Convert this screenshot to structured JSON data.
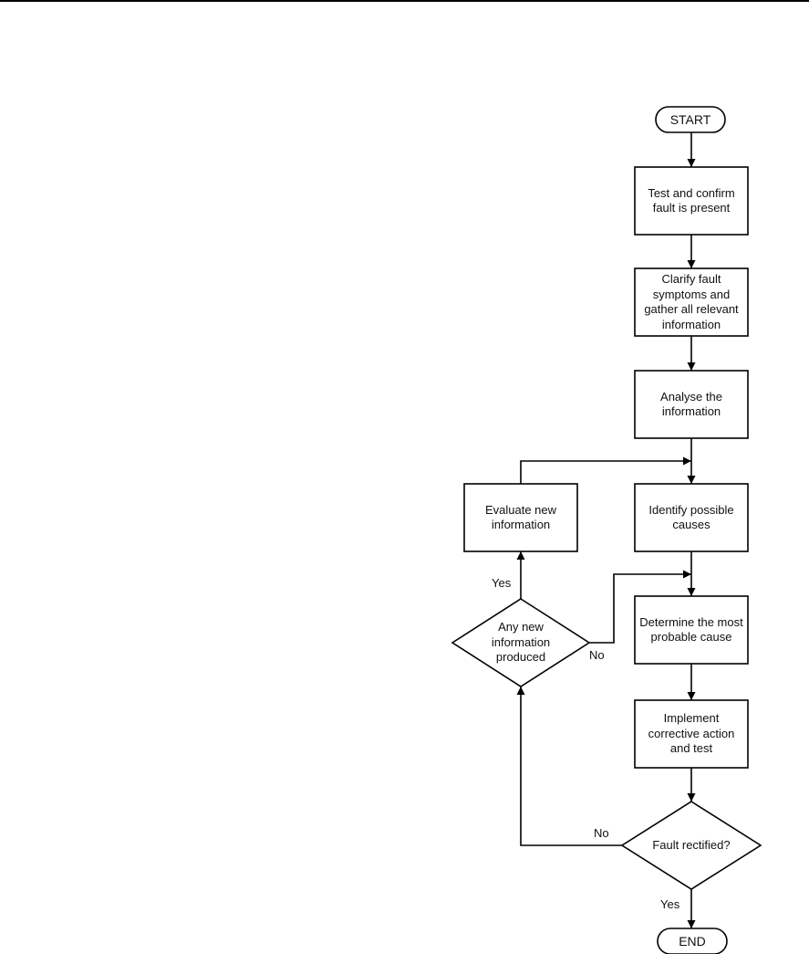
{
  "flowchart": {
    "start": "START",
    "end": "END",
    "steps": {
      "test_confirm": "Test and confirm fault is present",
      "clarify": "Clarify fault symptoms and gather all relevant information",
      "analyse": "Analyse the information",
      "identify": "Identify possible causes",
      "determine": "Determine the most probable cause",
      "implement": "Implement corrective action and test",
      "evaluate": "Evaluate new information"
    },
    "decisions": {
      "fault_rectified": "Fault rectified?",
      "new_info": "Any new information produced"
    },
    "edge_labels": {
      "rectified_yes": "Yes",
      "rectified_no": "No",
      "new_info_yes": "Yes",
      "new_info_no": "No"
    }
  }
}
